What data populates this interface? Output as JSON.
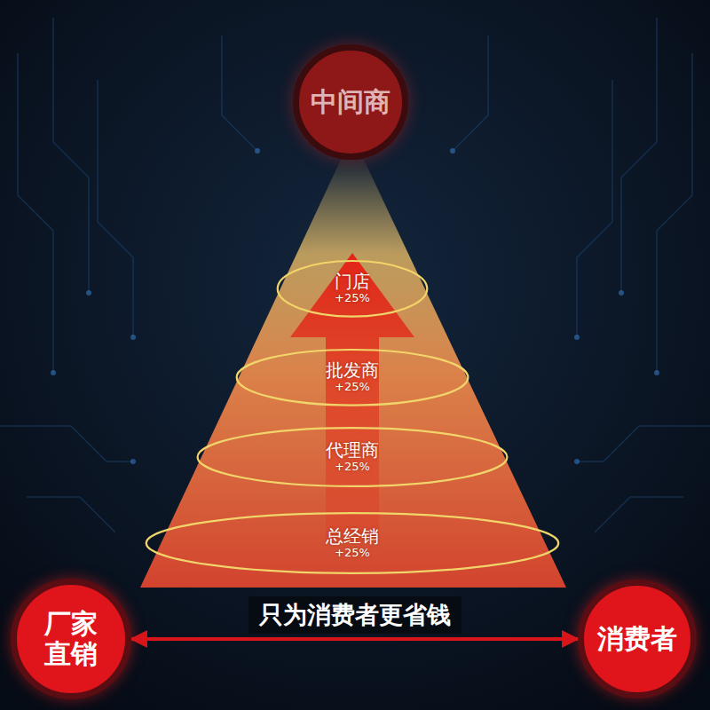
{
  "diagram": {
    "nodes": [
      {
        "text": [
          "中间商"
        ]
      },
      {
        "text": [
          "门店",
          "+25%"
        ]
      },
      {
        "text": [
          "批发商",
          "+25%"
        ]
      },
      {
        "text": [
          "代理商",
          "+25%"
        ]
      },
      {
        "text": [
          "总经销",
          "+25%"
        ]
      },
      {
        "text": [
          "厂家直销"
        ]
      },
      {
        "text": [
          "消费者"
        ]
      }
    ],
    "edges": [
      {
        "from": 5,
        "to": 6,
        "arrow": "both",
        "label": "只为消费者更省钱"
      }
    ]
  }
}
